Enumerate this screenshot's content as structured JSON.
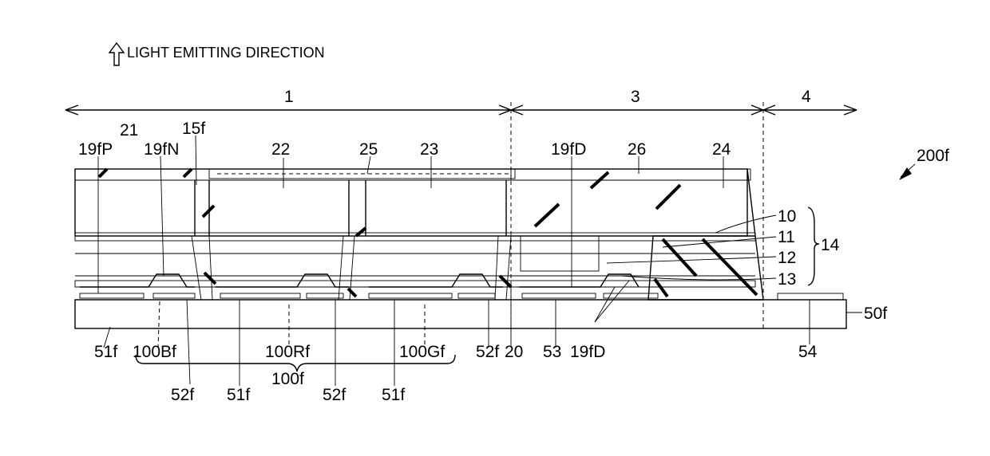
{
  "header": {
    "direction_label": "LIGHT EMITTING DIRECTION"
  },
  "figure_id": "200f",
  "regions": {
    "r1": "1",
    "r3": "3",
    "r4": "4"
  },
  "labels": {
    "l21": "21",
    "l19fP": "19fP",
    "l19fN": "19fN",
    "l15f": "15f",
    "l22": "22",
    "l25": "25",
    "l23": "23",
    "l19fD_top": "19fD",
    "l26": "26",
    "l24": "24",
    "l10": "10",
    "l11": "11",
    "l12": "12",
    "l13": "13",
    "l14": "14",
    "l50f": "50f",
    "l51f_a": "51f",
    "l100Bf": "100Bf",
    "l100Rf": "100Rf",
    "l100Gf": "100Gf",
    "l52f_a": "52f",
    "l20": "20",
    "l53": "53",
    "l19fD_bot": "19fD",
    "l54": "54",
    "l52f_b": "52f",
    "l51f_b": "51f",
    "l100f": "100f",
    "l52f_c": "52f",
    "l51f_c": "51f"
  }
}
